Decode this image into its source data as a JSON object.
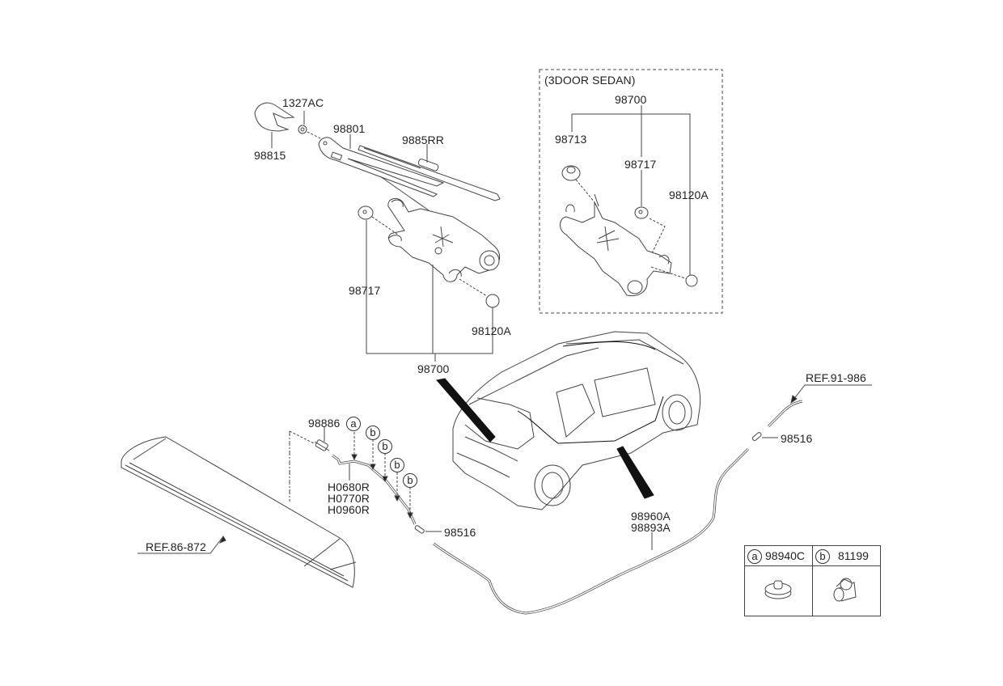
{
  "title": "Rear Wiper & Washer Parts Diagram",
  "group_box": {
    "title": "(3DOOR SEDAN)",
    "labels": {
      "assembly": "98700",
      "grommet": "98713",
      "bushing": "98717",
      "cap": "98120A"
    }
  },
  "wiper_arm": {
    "cover": "98815",
    "nut": "1327AC",
    "arm": "98801",
    "blade": "9885RR"
  },
  "motor": {
    "bushing": "98717",
    "cap": "98120A",
    "assembly": "98700"
  },
  "washer": {
    "valve": "98886",
    "hoses": [
      "H0680R",
      "H0770R",
      "H0960R"
    ],
    "connector_left": "98516",
    "connector_right": "98516",
    "hose_main": [
      "98960A",
      "98893A"
    ]
  },
  "references": {
    "spoiler": "REF.86-872",
    "front": "REF.91-986"
  },
  "clip_markers": [
    "a",
    "b",
    "b",
    "b",
    "b"
  ],
  "legend": {
    "items": [
      {
        "marker": "a",
        "part": "98940C",
        "icon": "grommet-clip-icon"
      },
      {
        "marker": "b",
        "part": "81199",
        "icon": "hose-clip-icon"
      }
    ]
  }
}
